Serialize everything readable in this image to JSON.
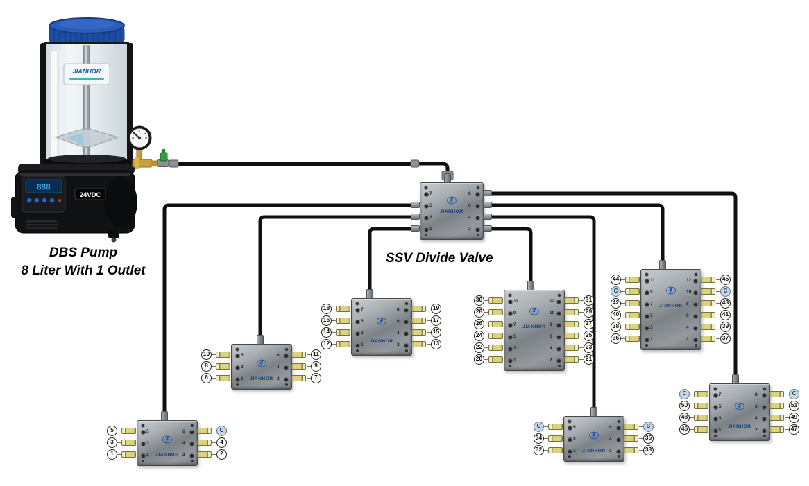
{
  "labels": {
    "pump_name": "DBS Pump",
    "pump_subtitle": "8 Liter With 1 Outlet",
    "ssv_label": "SSV Divide Valve",
    "pump_voltage": "24VDC",
    "pump_display": "888",
    "brand": "JIANHOR"
  },
  "colors": {
    "tube": "#0f0f0f",
    "brand_blue": "#16377c",
    "logo_blue": "#1a55b0",
    "fitting_yellow": "#d9d382",
    "capped_circle": "#c9d6e2",
    "pump_cap_blue": "#1e4da6"
  },
  "main_valve": {
    "brand": "JIANHOR",
    "left_ports": [
      "7",
      "5",
      "3",
      "1"
    ],
    "right_ports": [
      "8",
      "6",
      "4",
      "2"
    ]
  },
  "valves": [
    {
      "id": "valve-1",
      "left_ports": [
        "5",
        "3",
        "1"
      ],
      "right_ports": [
        "6",
        "4",
        "2"
      ],
      "left": [
        "5",
        "3",
        "1"
      ],
      "right": [
        "C",
        "4",
        "2"
      ]
    },
    {
      "id": "valve-2",
      "left_ports": [
        "5",
        "3",
        "1"
      ],
      "right_ports": [
        "6",
        "4",
        "2"
      ],
      "left": [
        "10",
        "8",
        "6"
      ],
      "right": [
        "11",
        "9",
        "7"
      ]
    },
    {
      "id": "valve-3",
      "left_ports": [
        "7",
        "5",
        "3",
        "1"
      ],
      "right_ports": [
        "8",
        "6",
        "4",
        "2"
      ],
      "left": [
        "18",
        "16",
        "14",
        "12"
      ],
      "right": [
        "19",
        "17",
        "15",
        "13"
      ]
    },
    {
      "id": "valve-4",
      "left_ports": [
        "11",
        "9",
        "7",
        "5",
        "3",
        "1"
      ],
      "right_ports": [
        "12",
        "10",
        "8",
        "6",
        "4",
        "2"
      ],
      "left": [
        "30",
        "28",
        "26",
        "24",
        "22",
        "20"
      ],
      "right": [
        "31",
        "29",
        "27",
        "25",
        "23",
        "21"
      ]
    },
    {
      "id": "valve-5",
      "left_ports": [
        "5",
        "3",
        "1"
      ],
      "right_ports": [
        "6",
        "4",
        "2"
      ],
      "left": [
        "C",
        "34",
        "32"
      ],
      "right": [
        "C",
        "35",
        "33"
      ]
    },
    {
      "id": "valve-6",
      "left_ports": [
        "11",
        "9",
        "7",
        "5",
        "3",
        "1"
      ],
      "right_ports": [
        "12",
        "10",
        "8",
        "6",
        "4",
        "2"
      ],
      "left": [
        "44",
        "C",
        "42",
        "40",
        "38",
        "36"
      ],
      "right": [
        "45",
        "C",
        "43",
        "41",
        "39",
        "37"
      ]
    },
    {
      "id": "valve-7",
      "left_ports": [
        "7",
        "5",
        "3",
        "1"
      ],
      "right_ports": [
        "8",
        "6",
        "4",
        "2"
      ],
      "left": [
        "C",
        "50",
        "48",
        "46"
      ],
      "right": [
        "C",
        "51",
        "49",
        "47"
      ]
    }
  ]
}
